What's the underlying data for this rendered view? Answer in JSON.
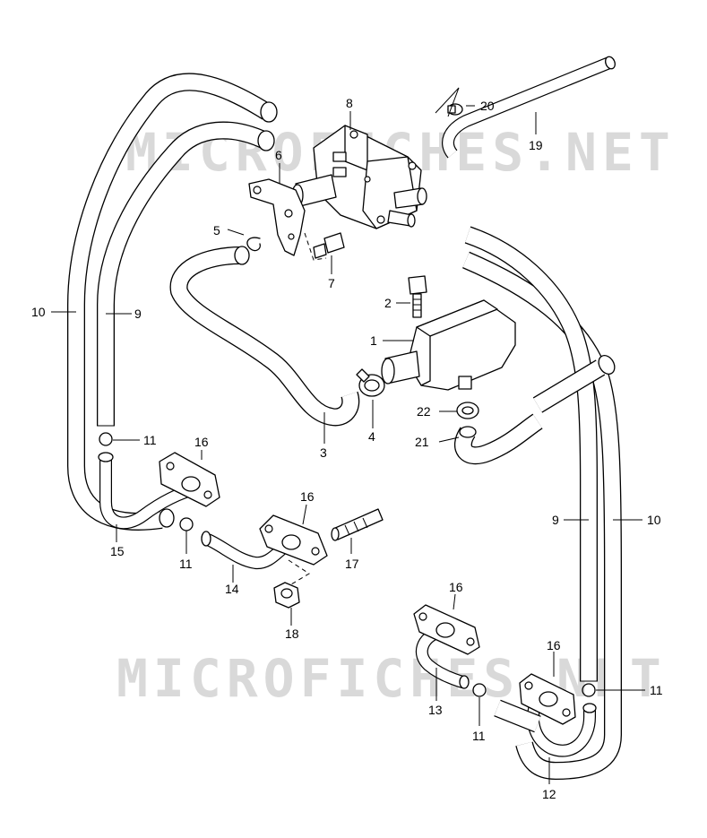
{
  "watermark": {
    "text_top": "MICROFICHES.NET",
    "text_bottom": "MICROFICHES.NET"
  },
  "callouts": [
    {
      "id": "c1",
      "label": "1"
    },
    {
      "id": "c2",
      "label": "2"
    },
    {
      "id": "c3",
      "label": "3"
    },
    {
      "id": "c4",
      "label": "4"
    },
    {
      "id": "c5",
      "label": "5"
    },
    {
      "id": "c6",
      "label": "6"
    },
    {
      "id": "c7",
      "label": "7"
    },
    {
      "id": "c8",
      "label": "8"
    },
    {
      "id": "c9a",
      "label": "9"
    },
    {
      "id": "c9b",
      "label": "9"
    },
    {
      "id": "c10a",
      "label": "10"
    },
    {
      "id": "c10b",
      "label": "10"
    },
    {
      "id": "c11a",
      "label": "11"
    },
    {
      "id": "c11b",
      "label": "11"
    },
    {
      "id": "c11c",
      "label": "11"
    },
    {
      "id": "c11d",
      "label": "11"
    },
    {
      "id": "c12",
      "label": "12"
    },
    {
      "id": "c13",
      "label": "13"
    },
    {
      "id": "c14",
      "label": "14"
    },
    {
      "id": "c15",
      "label": "15"
    },
    {
      "id": "c16a",
      "label": "16"
    },
    {
      "id": "c16b",
      "label": "16"
    },
    {
      "id": "c16c",
      "label": "16"
    },
    {
      "id": "c16d",
      "label": "16"
    },
    {
      "id": "c17",
      "label": "17"
    },
    {
      "id": "c18",
      "label": "18"
    },
    {
      "id": "c19",
      "label": "19"
    },
    {
      "id": "c20",
      "label": "20"
    },
    {
      "id": "c21",
      "label": "21"
    },
    {
      "id": "c22",
      "label": "22"
    }
  ]
}
